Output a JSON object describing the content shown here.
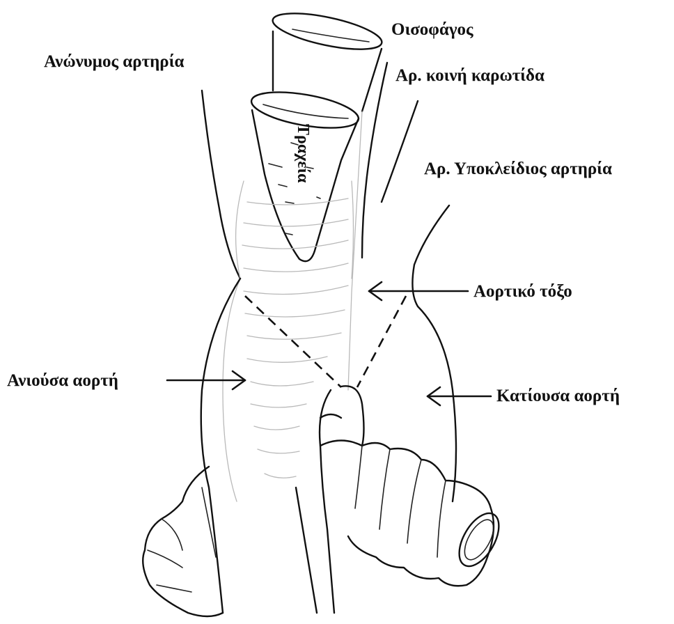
{
  "labels": {
    "oesophagus": "Οισοφάγος",
    "innominate_artery": "Ανώνυμος αρτηρία",
    "left_common_carotid": "Αρ. κοινή καρωτίδα",
    "trachea": "Τραχεία",
    "left_subclavian": "Αρ. Υποκλείδιος αρτηρία",
    "aortic_arch": "Αορτικό τόξο",
    "ascending_aorta": "Ανιούσα αορτή",
    "descending_aorta": "Κατίουσα αορτή"
  }
}
